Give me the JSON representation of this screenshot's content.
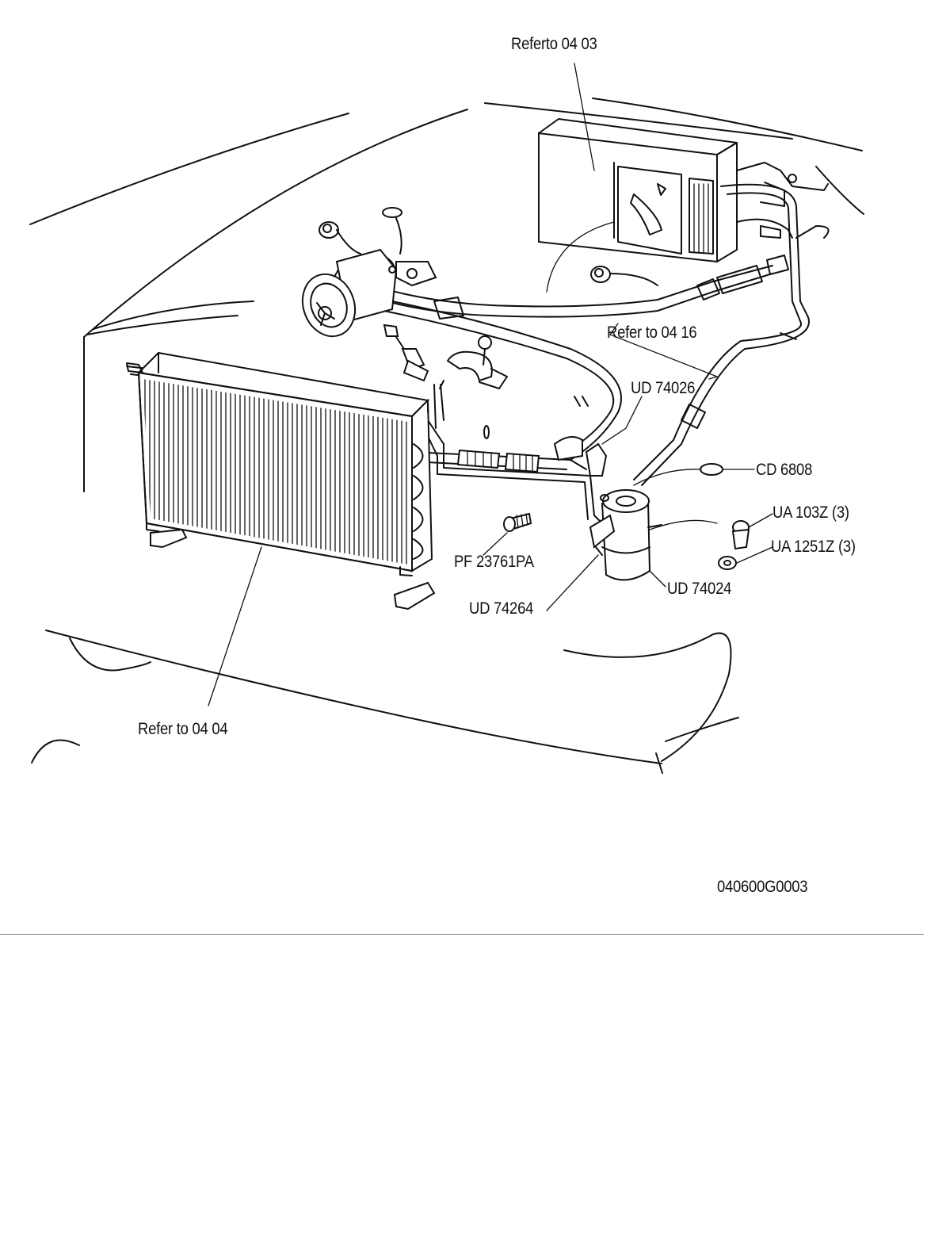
{
  "labels": {
    "refer_04_03": "Referto 04 03",
    "refer_04_16": "Refer to 04 16",
    "ud_74026": "UD  74026",
    "cd_6808": "CD 6808",
    "ua_103z": "UA 103Z (3)",
    "ua_1251z": "UA 1251Z (3)",
    "pf_23761pa": "PF 23761PA",
    "ud_74024": "UD 74024",
    "ud_74264": "UD 74264",
    "refer_04_04": "Refer to 04 04"
  },
  "figure_code": "040600G0003"
}
